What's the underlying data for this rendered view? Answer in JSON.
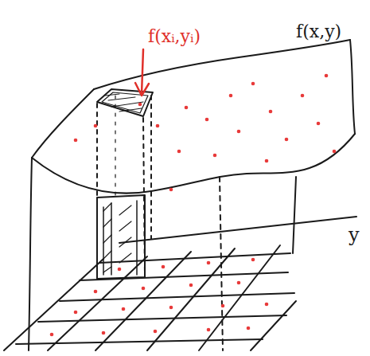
{
  "diagram": {
    "labels": [
      "f(xᵢ,yᵢ)",
      "f(x,y)",
      "y"
    ]
  }
}
